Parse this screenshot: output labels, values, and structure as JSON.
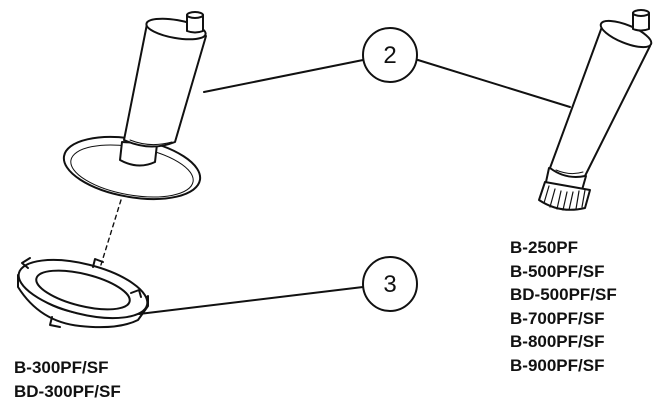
{
  "callouts": {
    "top": "2",
    "bottom": "3"
  },
  "models_right": [
    "B-250PF",
    "B-500PF/SF",
    "BD-500PF/SF",
    "B-700PF/SF",
    "B-800PF/SF",
    "B-900PF/SF"
  ],
  "models_left": [
    "B-300PF/SF",
    "BD-300PF/SF"
  ],
  "colors": {
    "ink": "#111111",
    "fill": "#ffffff"
  }
}
